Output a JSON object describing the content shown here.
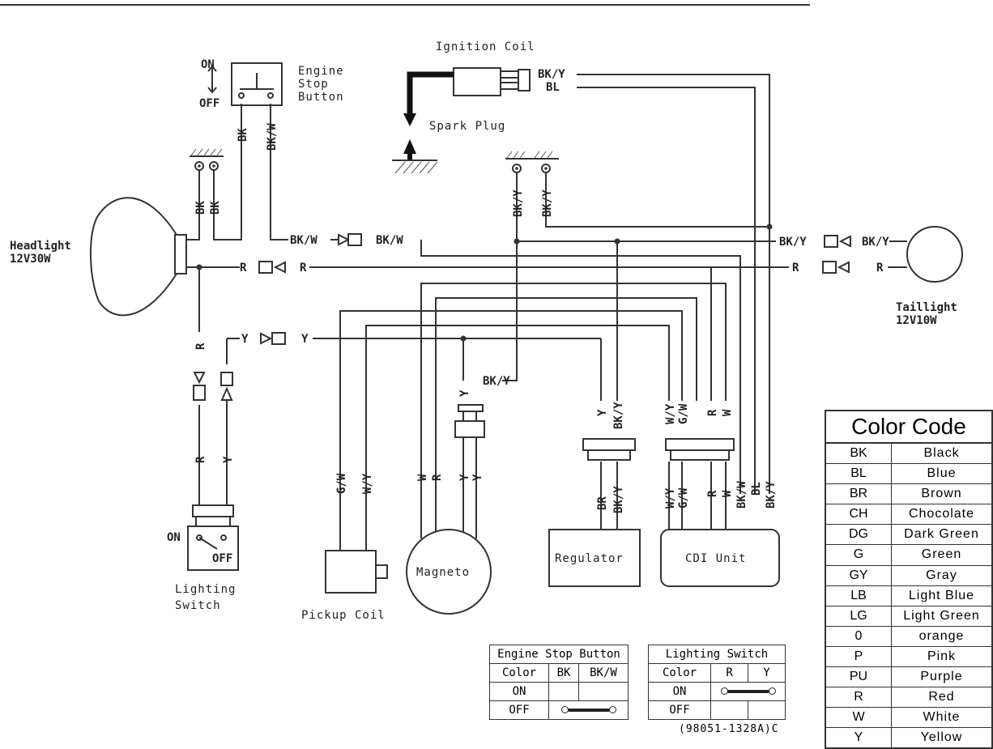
{
  "components": {
    "ignition_coil": "Ignition Coil",
    "spark_plug": "Spark Plug",
    "engine_stop_button": [
      "Engine",
      "Stop",
      "Button"
    ],
    "on": "ON",
    "off": "OFF",
    "headlight": [
      "Headlight",
      "12V30W"
    ],
    "taillight": [
      "Taillight",
      "12V10W"
    ],
    "lighting_switch": [
      "Lighting",
      "Switch"
    ],
    "lighting_switch_on": "ON",
    "lighting_switch_off": "OFF",
    "pickup_coil": "Pickup Coil",
    "magneto": "Magneto",
    "regulator": "Regulator",
    "cdi_unit": "CDI Unit"
  },
  "wire_labels": {
    "bk": "BK",
    "bkw": "BK/W",
    "bky": "BK/Y",
    "bl": "BL",
    "r": "R",
    "y": "Y",
    "w": "W",
    "gw": "G/W",
    "wy": "W/Y",
    "br": "BR"
  },
  "color_code": {
    "title": "Color Code",
    "rows": [
      {
        "code": "BK",
        "name": "Black"
      },
      {
        "code": "BL",
        "name": "Blue"
      },
      {
        "code": "BR",
        "name": "Brown"
      },
      {
        "code": "CH",
        "name": "Chocolate"
      },
      {
        "code": "DG",
        "name": "Dark Green"
      },
      {
        "code": "G",
        "name": "Green"
      },
      {
        "code": "GY",
        "name": "Gray"
      },
      {
        "code": "LB",
        "name": "Light Blue"
      },
      {
        "code": "LG",
        "name": "Light Green"
      },
      {
        "code": "0",
        "name": "orange"
      },
      {
        "code": "P",
        "name": "Pink"
      },
      {
        "code": "PU",
        "name": "Purple"
      },
      {
        "code": "R",
        "name": "Red"
      },
      {
        "code": "W",
        "name": "White"
      },
      {
        "code": "Y",
        "name": "Yellow"
      }
    ]
  },
  "engine_stop_table": {
    "title": "Engine Stop Button",
    "header": [
      "Color",
      "BK",
      "BK/W"
    ],
    "rows": [
      "ON",
      "OFF"
    ]
  },
  "lighting_switch_table": {
    "title": "Lighting Switch",
    "header": [
      "Color",
      "R",
      "Y"
    ],
    "rows": [
      "ON",
      "OFF"
    ]
  },
  "reference_code": "(98051-1328A)C"
}
